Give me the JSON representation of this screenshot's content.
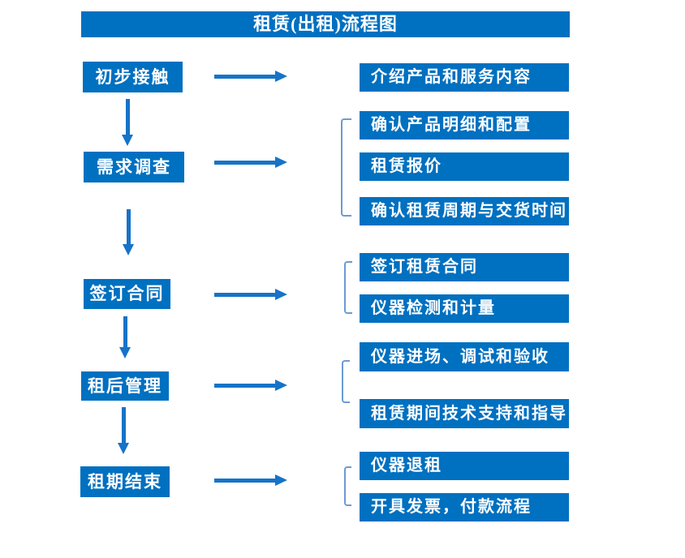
{
  "title": "租赁(出租)流程图",
  "colors": {
    "box_blue": "#0070C0",
    "arrow_blue": "#1673C8",
    "bracket_blue": "#6C9BD2",
    "text_white": "#FFFFFF",
    "background": "#FFFFFF"
  },
  "steps": [
    {
      "label": "初步接触",
      "details": [
        "介绍产品和服务内容"
      ]
    },
    {
      "label": "需求调查",
      "details": [
        "确认产品明细和配置",
        "租赁报价",
        "确认租赁周期与交货时间"
      ]
    },
    {
      "label": "签订合同",
      "details": [
        "签订租赁合同",
        "仪器检测和计量"
      ]
    },
    {
      "label": "租后管理",
      "details": [
        "仪器进场、调试和验收",
        "租赁期间技术支持和指导"
      ]
    },
    {
      "label": "租期结束",
      "details": [
        "仪器退租",
        "开具发票，付款流程"
      ]
    }
  ]
}
